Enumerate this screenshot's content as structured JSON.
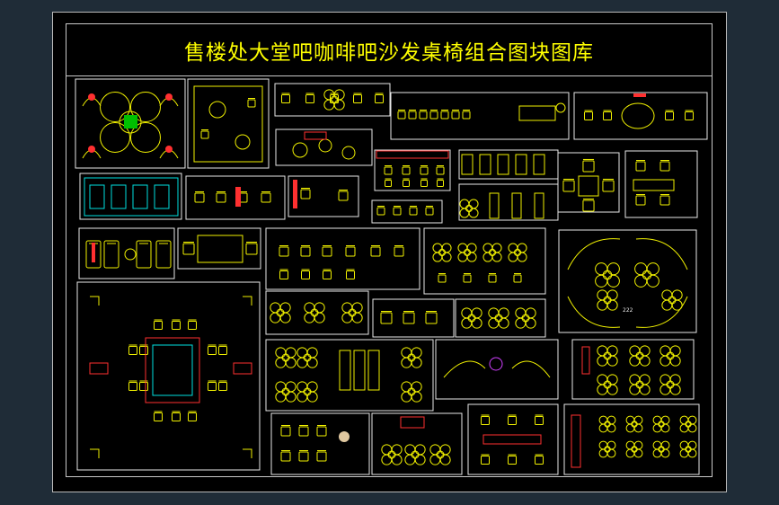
{
  "viewport": {
    "label": "CAD model space viewport"
  },
  "drawing": {
    "title": "售楼处大堂吧咖啡吧沙发桌椅组合图块图库",
    "colors": {
      "background": "#000000",
      "frame": "#c9c9c9",
      "title": "#ffff00",
      "line_yellow": "#f0f000",
      "line_white": "#e8e8e8",
      "accent_red": "#ff3030",
      "accent_cyan": "#00e0e0",
      "accent_green": "#00c000",
      "accent_magenta": "#d040ff"
    },
    "annotations": {
      "small_mark": "222"
    }
  }
}
